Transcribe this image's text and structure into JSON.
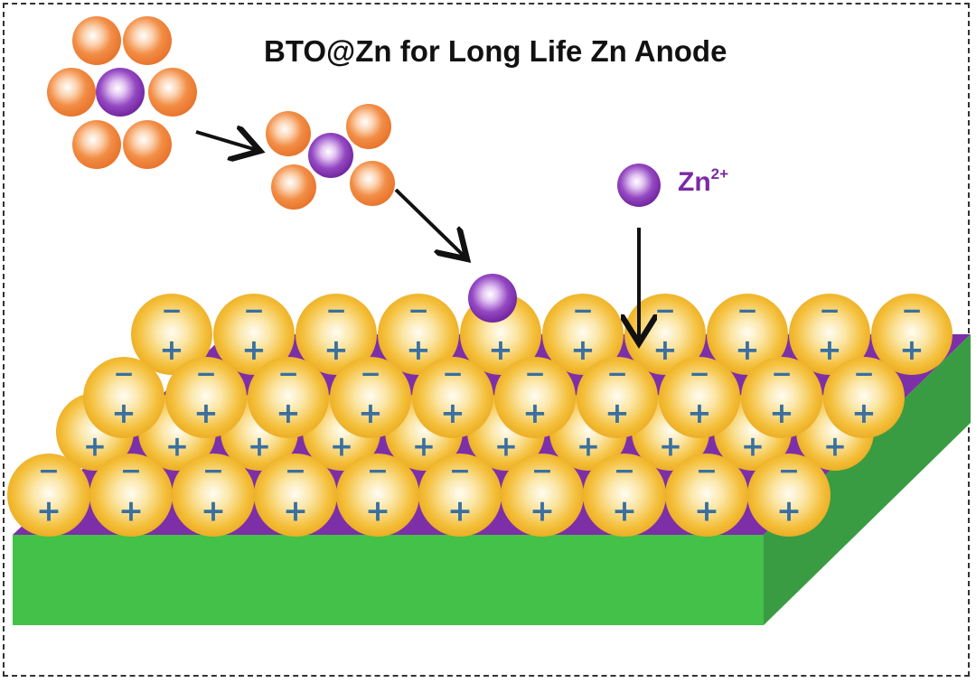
{
  "title": "BTO@Zn for Long Life Zn Anode",
  "ion": {
    "base": "Zn",
    "charge": "2+"
  },
  "particle": {
    "negative_sign": "−",
    "positive_sign": "+"
  },
  "colors": {
    "water_shell": "#f0883f",
    "zinc_ion": "#7a2aa6",
    "bto_particle": "#f2b62a",
    "charge_sign": "#3a6fa0",
    "interface_layer": "#7d2fa8",
    "substrate_front": "#43c148",
    "substrate_side": "#3a9c42",
    "arrow": "#111111"
  },
  "icons": [
    "hydrated-zn-cluster-icon",
    "partially-desolvated-cluster-icon",
    "zn-ion-icon",
    "bto-particle-icon"
  ]
}
